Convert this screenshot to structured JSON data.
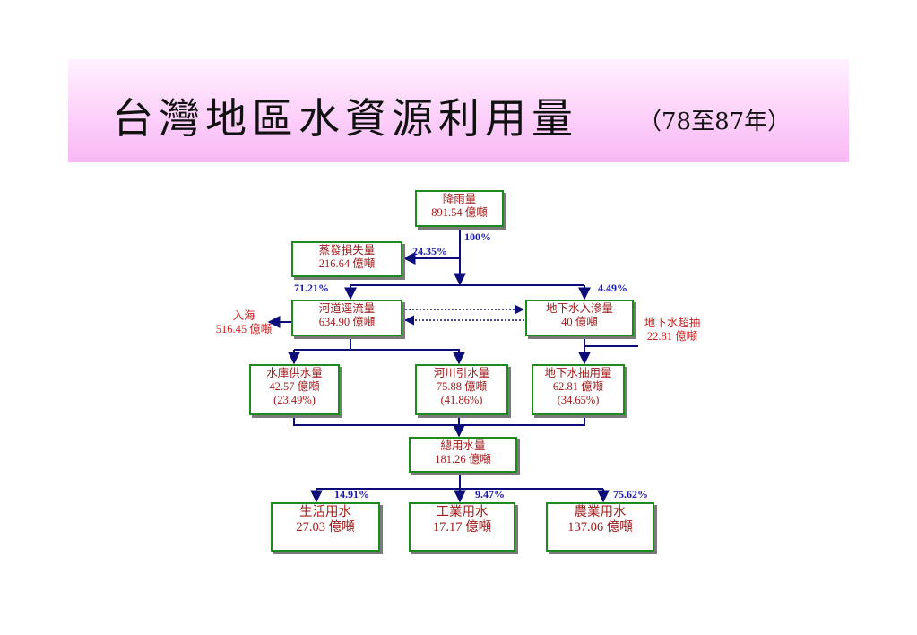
{
  "title": {
    "main": "台灣地區水資源利用量",
    "sub": "（78至87年）"
  },
  "nodes": {
    "rainfall": {
      "label": "降雨量",
      "value": "891.54 億噸"
    },
    "evaporation": {
      "label": "蒸發損失量",
      "value": "216.64 億噸"
    },
    "runoff": {
      "label": "河道逕流量",
      "value": "634.90 億噸"
    },
    "infiltration": {
      "label": "地下水入滲量",
      "value": "40 億噸"
    },
    "reservoir": {
      "label": "水庫供水量",
      "value": "42.57 億噸",
      "share": "(23.49%)"
    },
    "river": {
      "label": "河川引水量",
      "value": "75.88 億噸",
      "share": "(41.86%)"
    },
    "groundwater": {
      "label": "地下水抽用量",
      "value": "62.81 億噸",
      "share": "(34.65%)"
    },
    "total": {
      "label": "總用水量",
      "value": "181.26 億噸"
    },
    "domestic": {
      "label": "生活用水",
      "value": "27.03 億噸"
    },
    "industrial": {
      "label": "工業用水",
      "value": "17.17 億噸"
    },
    "agricultural": {
      "label": "農業用水",
      "value": "137.06 億噸"
    }
  },
  "external": {
    "sea": {
      "label": "入海",
      "value": "516.45 億噸"
    },
    "overpump": {
      "label": "地下水超抽",
      "value": "22.81 億噸"
    }
  },
  "percentages": {
    "rain_total": "100%",
    "evaporation": "24.35%",
    "runoff": "71.21%",
    "infiltration": "4.49%",
    "domestic": "14.91%",
    "industrial": "9.47%",
    "agricultural": "75.62%"
  }
}
